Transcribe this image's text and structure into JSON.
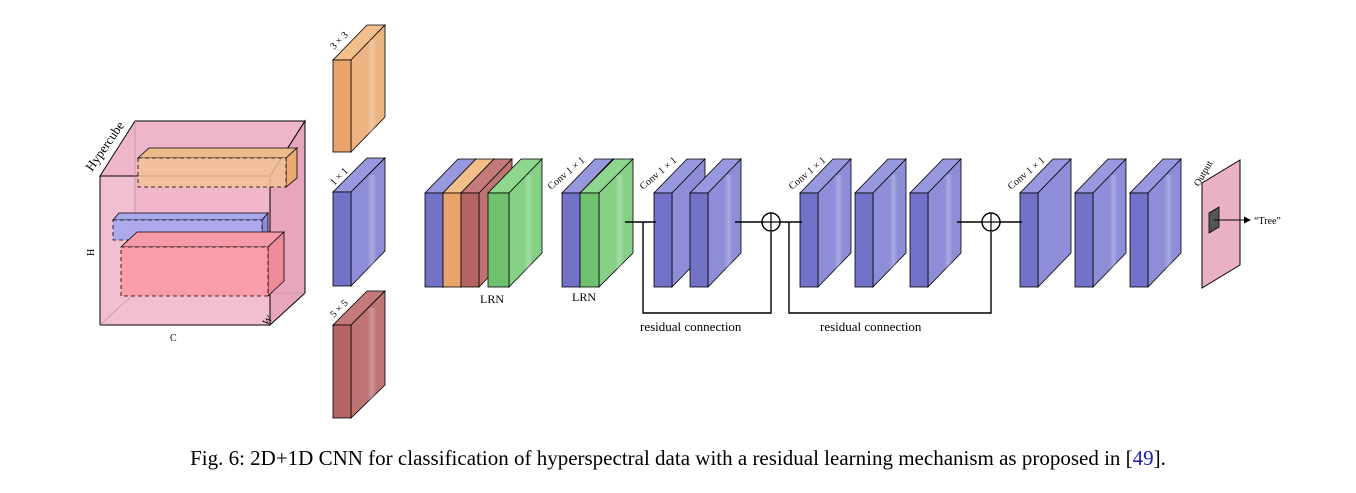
{
  "diagram": {
    "hypercube": {
      "title": "Hypercube",
      "height_label": "H",
      "channel_label": "C",
      "width_label": "W"
    },
    "kernels": {
      "top": "3 × 3",
      "middle": "1 × 1",
      "bottom": "5 × 5"
    },
    "lrn_labels": [
      "LRN",
      "LRN"
    ],
    "conv_labels": [
      "Conv 1 × 1",
      "Conv 1 × 1",
      "Conv 1 × 1",
      "Conv 1 × 1"
    ],
    "residual_labels": [
      "residual connection",
      "residual connection"
    ],
    "output_label": "Output",
    "class_label": "“Tree”",
    "colors": {
      "blue": "#7b7bd0",
      "orange": "#ebb07a",
      "red": "#bb6e6e",
      "green": "#80cc80",
      "pink": "#f0b3c7",
      "plane": "#e9aac0"
    }
  },
  "caption": {
    "text": "Fig. 6: 2D+1D CNN for classification of hyperspectral data with a residual learning mechanism as proposed in [",
    "ref": "49",
    "tail": "]."
  }
}
